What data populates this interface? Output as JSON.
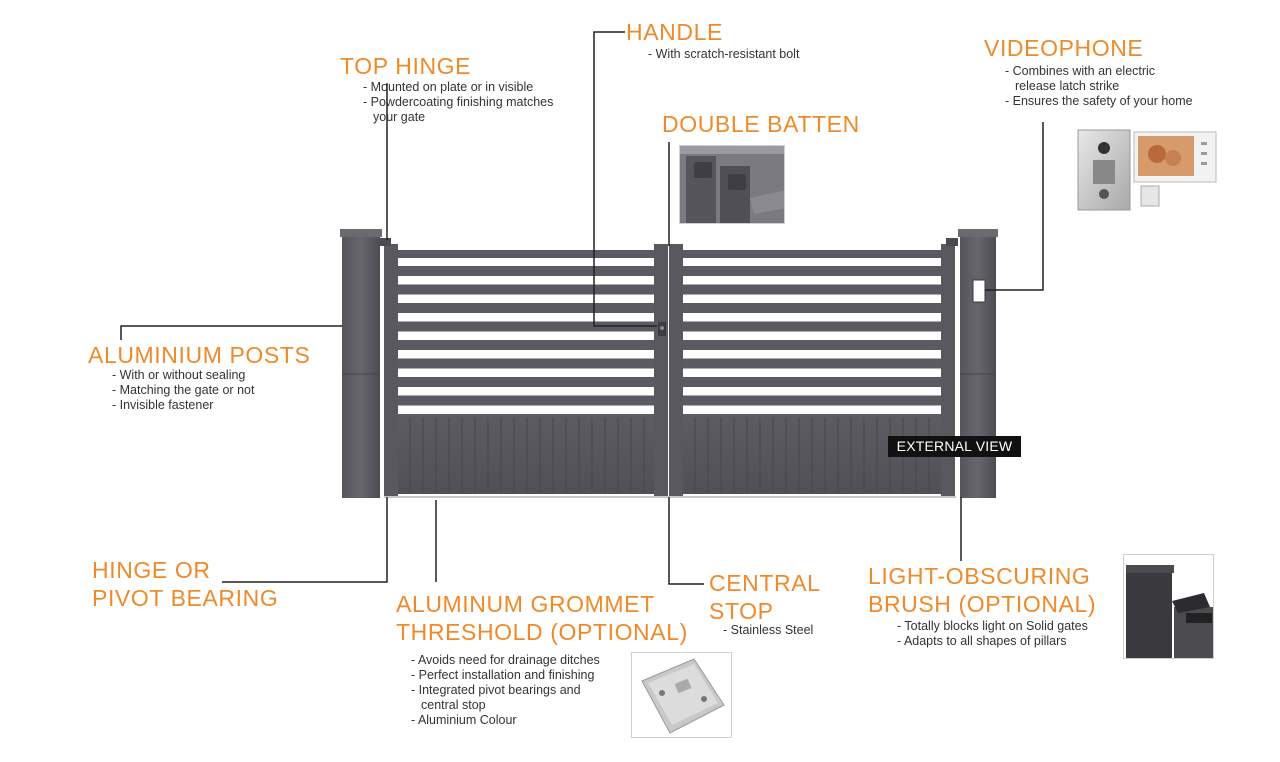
{
  "colors": {
    "accent": "#ef8a2a",
    "gate": "#5a5a60",
    "gate_dark": "#46464b",
    "line": "#222222",
    "text": "#333333"
  },
  "labels": {
    "top_hinge": {
      "title": "TOP HINGE",
      "notes": [
        "- Mounted on plate or in visible",
        "- Powdercoating finishing matches",
        "your gate"
      ]
    },
    "handle": {
      "title": "HANDLE",
      "notes": [
        "- With scratch-resistant bolt"
      ]
    },
    "videophone": {
      "title": "VIDEOPHONE",
      "notes": [
        "- Combines with an electric",
        "release latch strike",
        "- Ensures the safety of your home"
      ]
    },
    "double_batten": {
      "title": "DOUBLE BATTEN"
    },
    "aluminium_posts": {
      "title": "ALUMINIUM POSTS",
      "notes": [
        "- With or without sealing",
        "- Matching the gate or not",
        "- Invisible fastener"
      ]
    },
    "hinge_bearing": {
      "title_line1": "HINGE OR",
      "title_line2": "PIVOT BEARING"
    },
    "grommet": {
      "title_line1": "ALUMINUM GROMMET",
      "title_line2": "THRESHOLD (OPTIONAL)",
      "notes": [
        "- Avoids need for drainage ditches",
        "- Perfect installation and finishing",
        "- Integrated pivot bearings and",
        "central stop",
        "- Aluminium Colour"
      ]
    },
    "central_stop": {
      "title_line1": "CENTRAL",
      "title_line2": "STOP",
      "notes": [
        "- Stainless Steel"
      ]
    },
    "brush": {
      "title_line1": "LIGHT-OBSCURING",
      "title_line2": "BRUSH (OPTIONAL)",
      "notes": [
        "- Totally blocks light on Solid gates",
        "- Adapts to all shapes of pillars"
      ]
    }
  },
  "badge": {
    "external_view": "EXTERNAL VIEW"
  }
}
